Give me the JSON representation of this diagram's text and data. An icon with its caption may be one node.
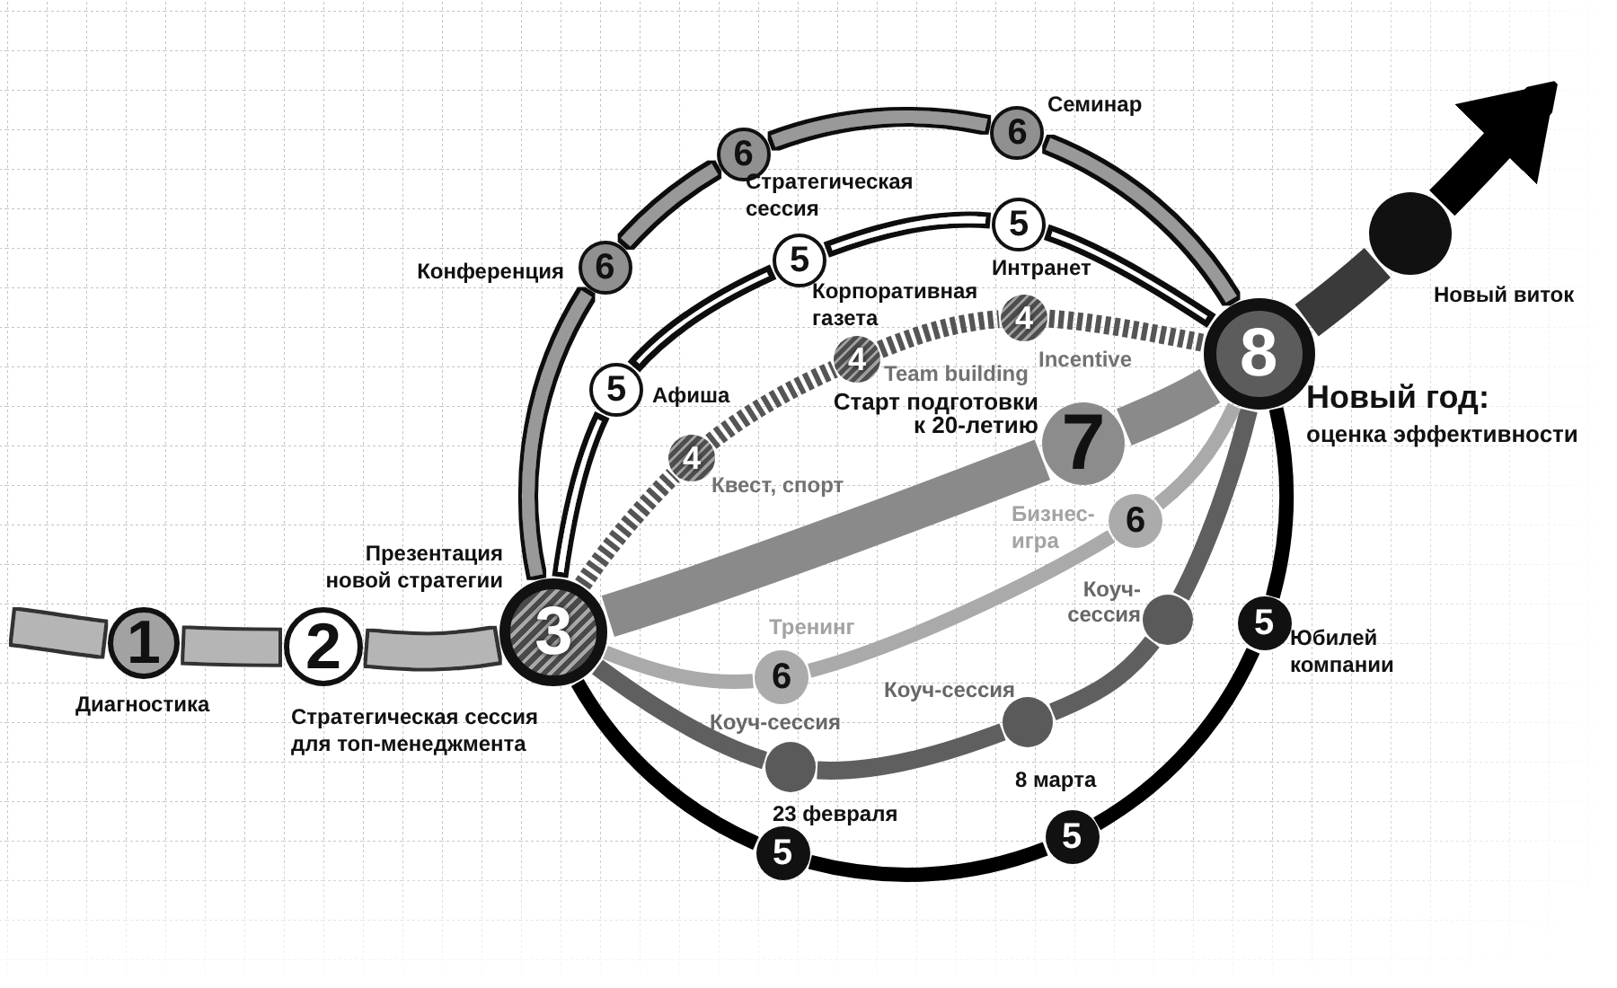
{
  "diagram": {
    "nodes": [
      {
        "text": [
          "1"
        ],
        "beside": [
          "Диагностика"
        ]
      },
      {
        "text": [
          "2"
        ],
        "beside": [
          "Стратегическая сессия для топ-менеджмента"
        ]
      },
      {
        "text": [
          "3"
        ],
        "beside": [
          "Презентация новой стратегии"
        ]
      },
      {
        "text": [
          "6"
        ],
        "beside": [
          "Конференция"
        ]
      },
      {
        "text": [
          "6"
        ],
        "beside": [
          "Стратегическая сессия"
        ]
      },
      {
        "text": [
          "6"
        ],
        "beside": [
          "Семинар"
        ]
      },
      {
        "text": [
          "5"
        ],
        "beside": [
          "Афиша"
        ]
      },
      {
        "text": [
          "5"
        ],
        "beside": [
          "Корпоративная газета"
        ]
      },
      {
        "text": [
          "5"
        ],
        "beside": [
          "Интранет"
        ]
      },
      {
        "text": [
          "4"
        ],
        "beside": [
          "Квест, спорт"
        ]
      },
      {
        "text": [
          "4"
        ],
        "beside": [
          "Team building"
        ]
      },
      {
        "text": [
          "4"
        ],
        "beside": [
          "Incentive"
        ]
      },
      {
        "text": [
          "7"
        ],
        "beside": [
          "Старт подготовки к 20-летию"
        ]
      },
      {
        "text": [
          "8"
        ],
        "beside": [
          "Новый год:",
          "оценка эффективности"
        ]
      },
      {
        "text": [],
        "shape": "circle",
        "beside": [
          "Новый виток"
        ]
      },
      {
        "text": [
          "6"
        ],
        "beside": [
          "Тренинг"
        ]
      },
      {
        "text": [
          "6"
        ],
        "beside": [
          "Бизнес-игра"
        ]
      },
      {
        "text": [],
        "shape": "circle",
        "beside": [
          "Коуч-сессия"
        ]
      },
      {
        "text": [],
        "shape": "circle",
        "beside": [
          "Коуч-сессия"
        ]
      },
      {
        "text": [],
        "shape": "circle",
        "beside": [
          "Коуч-сессия"
        ]
      },
      {
        "text": [
          "5"
        ],
        "beside": [
          "23 февраля"
        ]
      },
      {
        "text": [
          "5"
        ],
        "beside": [
          "8 марта"
        ]
      },
      {
        "text": [
          "5"
        ],
        "beside": [
          "Юбилей компании"
        ]
      }
    ],
    "edges": [
      {
        "from": null,
        "to": 0,
        "arrow": "none",
        "style": "thick",
        "color": "#b5b5b5"
      },
      {
        "from": 0,
        "to": 1,
        "arrow": "none",
        "style": "thick",
        "color": "#b5b5b5"
      },
      {
        "from": 1,
        "to": 2,
        "arrow": "none",
        "style": "thick",
        "color": "#b5b5b5"
      },
      {
        "from": 2,
        "to": 12,
        "arrow": "none",
        "style": "thick",
        "color": "#8a8a8a"
      },
      {
        "from": 12,
        "to": 13,
        "arrow": "none",
        "style": "thick",
        "color": "#8a8a8a"
      },
      {
        "from": 13,
        "to": 14,
        "arrow": "none",
        "style": "thick",
        "color": "#3a3a3a"
      },
      {
        "from": 14,
        "to": null,
        "arrow": "to",
        "style": "thick",
        "color": "#000000"
      },
      {
        "from": 2,
        "to": 3,
        "arrow": "none",
        "color": "#999999"
      },
      {
        "from": 3,
        "to": 4,
        "arrow": "none",
        "color": "#999999"
      },
      {
        "from": 4,
        "to": 5,
        "arrow": "none",
        "color": "#999999"
      },
      {
        "from": 5,
        "to": 13,
        "arrow": "none",
        "color": "#999999"
      },
      {
        "from": 2,
        "to": 6,
        "arrow": "none",
        "color": "#111111"
      },
      {
        "from": 6,
        "to": 7,
        "arrow": "none",
        "color": "#111111"
      },
      {
        "from": 7,
        "to": 8,
        "arrow": "none",
        "color": "#111111"
      },
      {
        "from": 8,
        "to": 13,
        "arrow": "none",
        "color": "#111111"
      },
      {
        "from": 2,
        "to": 9,
        "arrow": "none",
        "style": "dashed",
        "color": "#555555"
      },
      {
        "from": 9,
        "to": 10,
        "arrow": "none",
        "style": "dashed",
        "color": "#555555"
      },
      {
        "from": 10,
        "to": 11,
        "arrow": "none",
        "style": "dashed",
        "color": "#555555"
      },
      {
        "from": 11,
        "to": 13,
        "arrow": "none",
        "style": "dashed",
        "color": "#555555"
      },
      {
        "from": 2,
        "to": 15,
        "arrow": "none",
        "color": "#aaaaaa"
      },
      {
        "from": 15,
        "to": 16,
        "arrow": "none",
        "color": "#aaaaaa"
      },
      {
        "from": 16,
        "to": 13,
        "arrow": "none",
        "color": "#aaaaaa"
      },
      {
        "from": 2,
        "to": 17,
        "arrow": "none",
        "color": "#5f5f5f"
      },
      {
        "from": 17,
        "to": 18,
        "arrow": "none",
        "color": "#5f5f5f"
      },
      {
        "from": 18,
        "to": 19,
        "arrow": "none",
        "color": "#5f5f5f"
      },
      {
        "from": 19,
        "to": 13,
        "arrow": "none",
        "color": "#5f5f5f"
      },
      {
        "from": 2,
        "to": 20,
        "arrow": "none",
        "color": "#000000"
      },
      {
        "from": 20,
        "to": 21,
        "arrow": "none",
        "color": "#000000"
      },
      {
        "from": 21,
        "to": 22,
        "arrow": "none",
        "color": "#000000"
      },
      {
        "from": 22,
        "to": 13,
        "arrow": "none",
        "color": "#000000"
      }
    ]
  }
}
